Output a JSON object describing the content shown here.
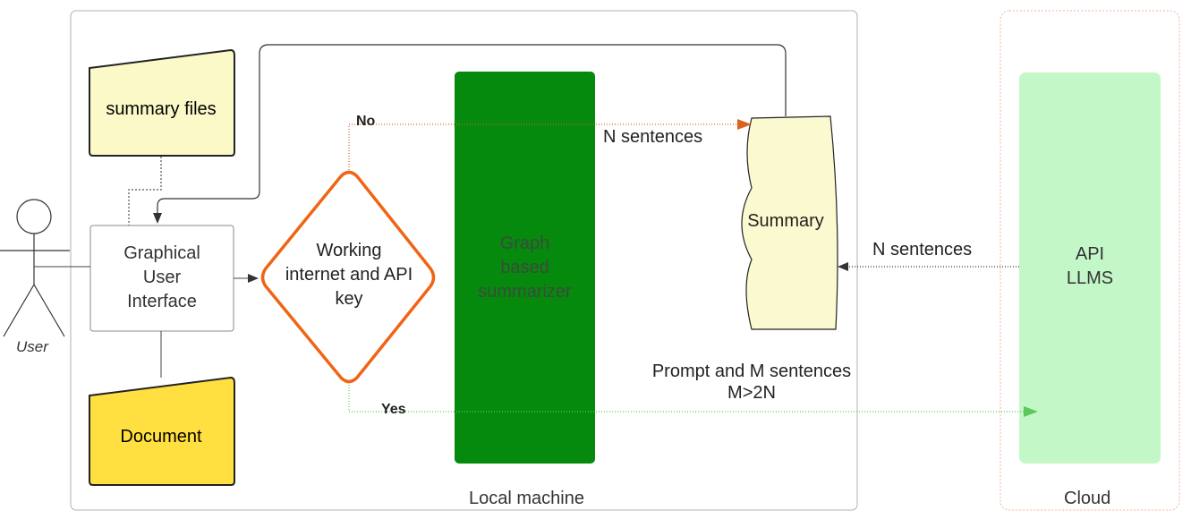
{
  "regions": {
    "local_machine": "Local  machine",
    "cloud": "Cloud"
  },
  "nodes": {
    "user": "User",
    "summary_files": "summary files",
    "gui": [
      "Graphical",
      "User",
      "Interface"
    ],
    "document": "Document",
    "decision": [
      "Working",
      "internet and API",
      "key"
    ],
    "summarizer": [
      "Graph",
      "based",
      "summarizer"
    ],
    "summary": "Summary",
    "llms": [
      "API",
      "LLMS"
    ]
  },
  "edges": {
    "no": "No",
    "yes": "Yes",
    "n_sentences_top": "N sentences",
    "n_sentences_right": "N sentences",
    "prompt": [
      "Prompt and M sentences",
      "M>2N"
    ]
  },
  "colors": {
    "summary_files_fill": "#FBF9C8",
    "document_fill": "#FFE040",
    "summarizer_fill": "#058A0D",
    "summary_fill": "#FBF9D0",
    "llms_fill": "#C4F7C7",
    "decision_stroke": "#F06414",
    "no_arrow": "#D9631F",
    "yes_arrow": "#5CC85C"
  }
}
